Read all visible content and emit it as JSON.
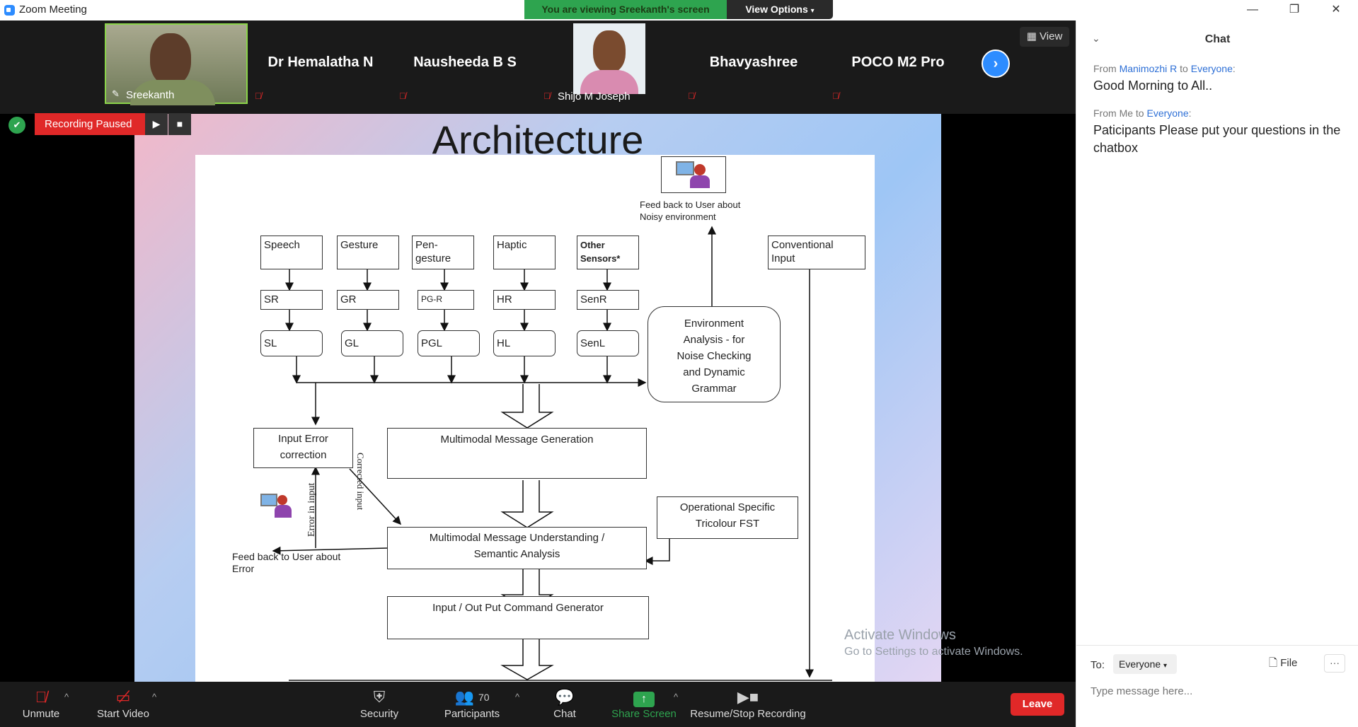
{
  "window": {
    "title": "Zoom Meeting",
    "banner": "You are viewing Sreekanth's screen",
    "view_options": "View Options",
    "controls": {
      "minimize": "—",
      "restore": "❐",
      "close": "✕"
    }
  },
  "participants": {
    "tiles": [
      {
        "name": "Sreekanth",
        "active": true,
        "video": true
      },
      {
        "name": "Dr Hemalatha N",
        "muted": true
      },
      {
        "name": "Nausheeda B S",
        "muted": true
      },
      {
        "name": "Shijo M Joseph",
        "muted": true,
        "video": true
      },
      {
        "name": "Bhavyashree",
        "muted": true
      },
      {
        "name": "POCO M2 Pro",
        "muted": true
      }
    ],
    "next_glyph": "›",
    "view_label": "View"
  },
  "recording": {
    "status": "Recording Paused",
    "play_glyph": "▶",
    "stop_glyph": "■",
    "shield_glyph": "✔"
  },
  "slide": {
    "title": "Architecture",
    "inputs": [
      "Speech",
      "Gesture",
      "Pen-\ngesture",
      "Haptic",
      "Other\nSensors*"
    ],
    "recognizers": [
      "SR",
      "GR",
      "PG-R",
      "HR",
      "SenR"
    ],
    "layers": [
      "SL",
      "GL",
      "PGL",
      "HL",
      "SenL"
    ],
    "conventional_input": "Conventional\nInput",
    "environment_analysis": "Environment\nAnalysis - for\nNoise Checking\nand Dynamic\nGrammar",
    "feedback_noisy": "Feed back to User about\nNoisy environment",
    "input_error_correction": "Input Error\ncorrection",
    "multimodal_generation": "Multimodal Message Generation",
    "multimodal_understanding": "Multimodal Message Understanding /\nSemantic Analysis",
    "operational_fst": "Operational Specific\nTricolour FST",
    "io_command_generator": "Input / Out Put Command Generator",
    "feedback_error": "Feed back to User about\nError",
    "error_in_input": "Error in input",
    "corrected_input": "Corrected input"
  },
  "watermark": {
    "title": "Activate Windows",
    "subtitle": "Go to Settings to activate Windows."
  },
  "toolbar": {
    "unmute": "Unmute",
    "start_video": "Start Video",
    "security": "Security",
    "participants": "Participants",
    "participant_count": "70",
    "chat": "Chat",
    "share_screen": "Share Screen",
    "recording": "Resume/Stop Recording",
    "leave": "Leave"
  },
  "chat": {
    "title": "Chat",
    "messages": [
      {
        "from": "Manimozhi R",
        "to": "Everyone",
        "text": "Good Morning to All.."
      },
      {
        "from": "Me",
        "to": "Everyone",
        "text": "Paticipants Please put your questions in the chatbox"
      }
    ],
    "from_label": "From",
    "to_word": "to",
    "to_label": "To:",
    "recipient": "Everyone",
    "file_label": "File",
    "more_glyph": "···",
    "input_placeholder": "Type message here..."
  },
  "colors": {
    "zoom_blue": "#2d8cff",
    "leave_red": "#e02828",
    "banner_green": "#2ea44f",
    "share_green": "#2ea44f"
  }
}
